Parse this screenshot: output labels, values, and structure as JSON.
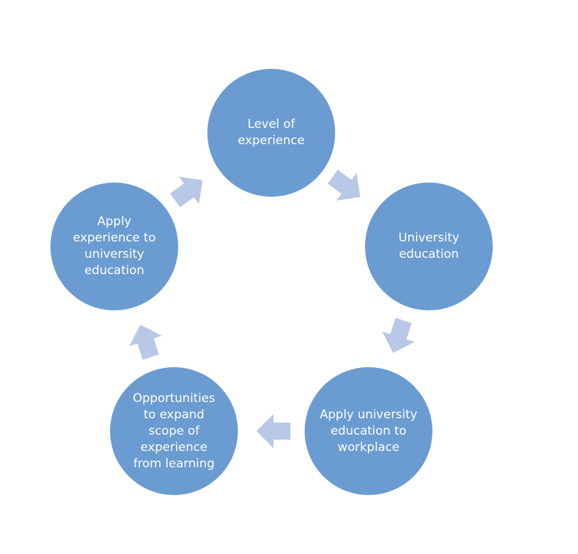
{
  "colors": {
    "node": "#6a9bd1",
    "arrow": "#b8c8e6",
    "text": "#ffffff"
  },
  "nodes": [
    {
      "label": "Level of experience"
    },
    {
      "label": "University education"
    },
    {
      "label": "Apply university education to workplace"
    },
    {
      "label": "Opportunities to expand scope of experience from learning"
    },
    {
      "label": "Apply experience to university education"
    }
  ]
}
